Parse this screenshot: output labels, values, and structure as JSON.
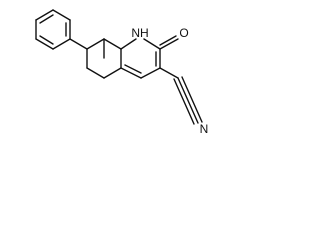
{
  "molecule": {
    "atoms": {
      "nh_label": "NH",
      "o_label": "O",
      "n_label": "N"
    }
  }
}
